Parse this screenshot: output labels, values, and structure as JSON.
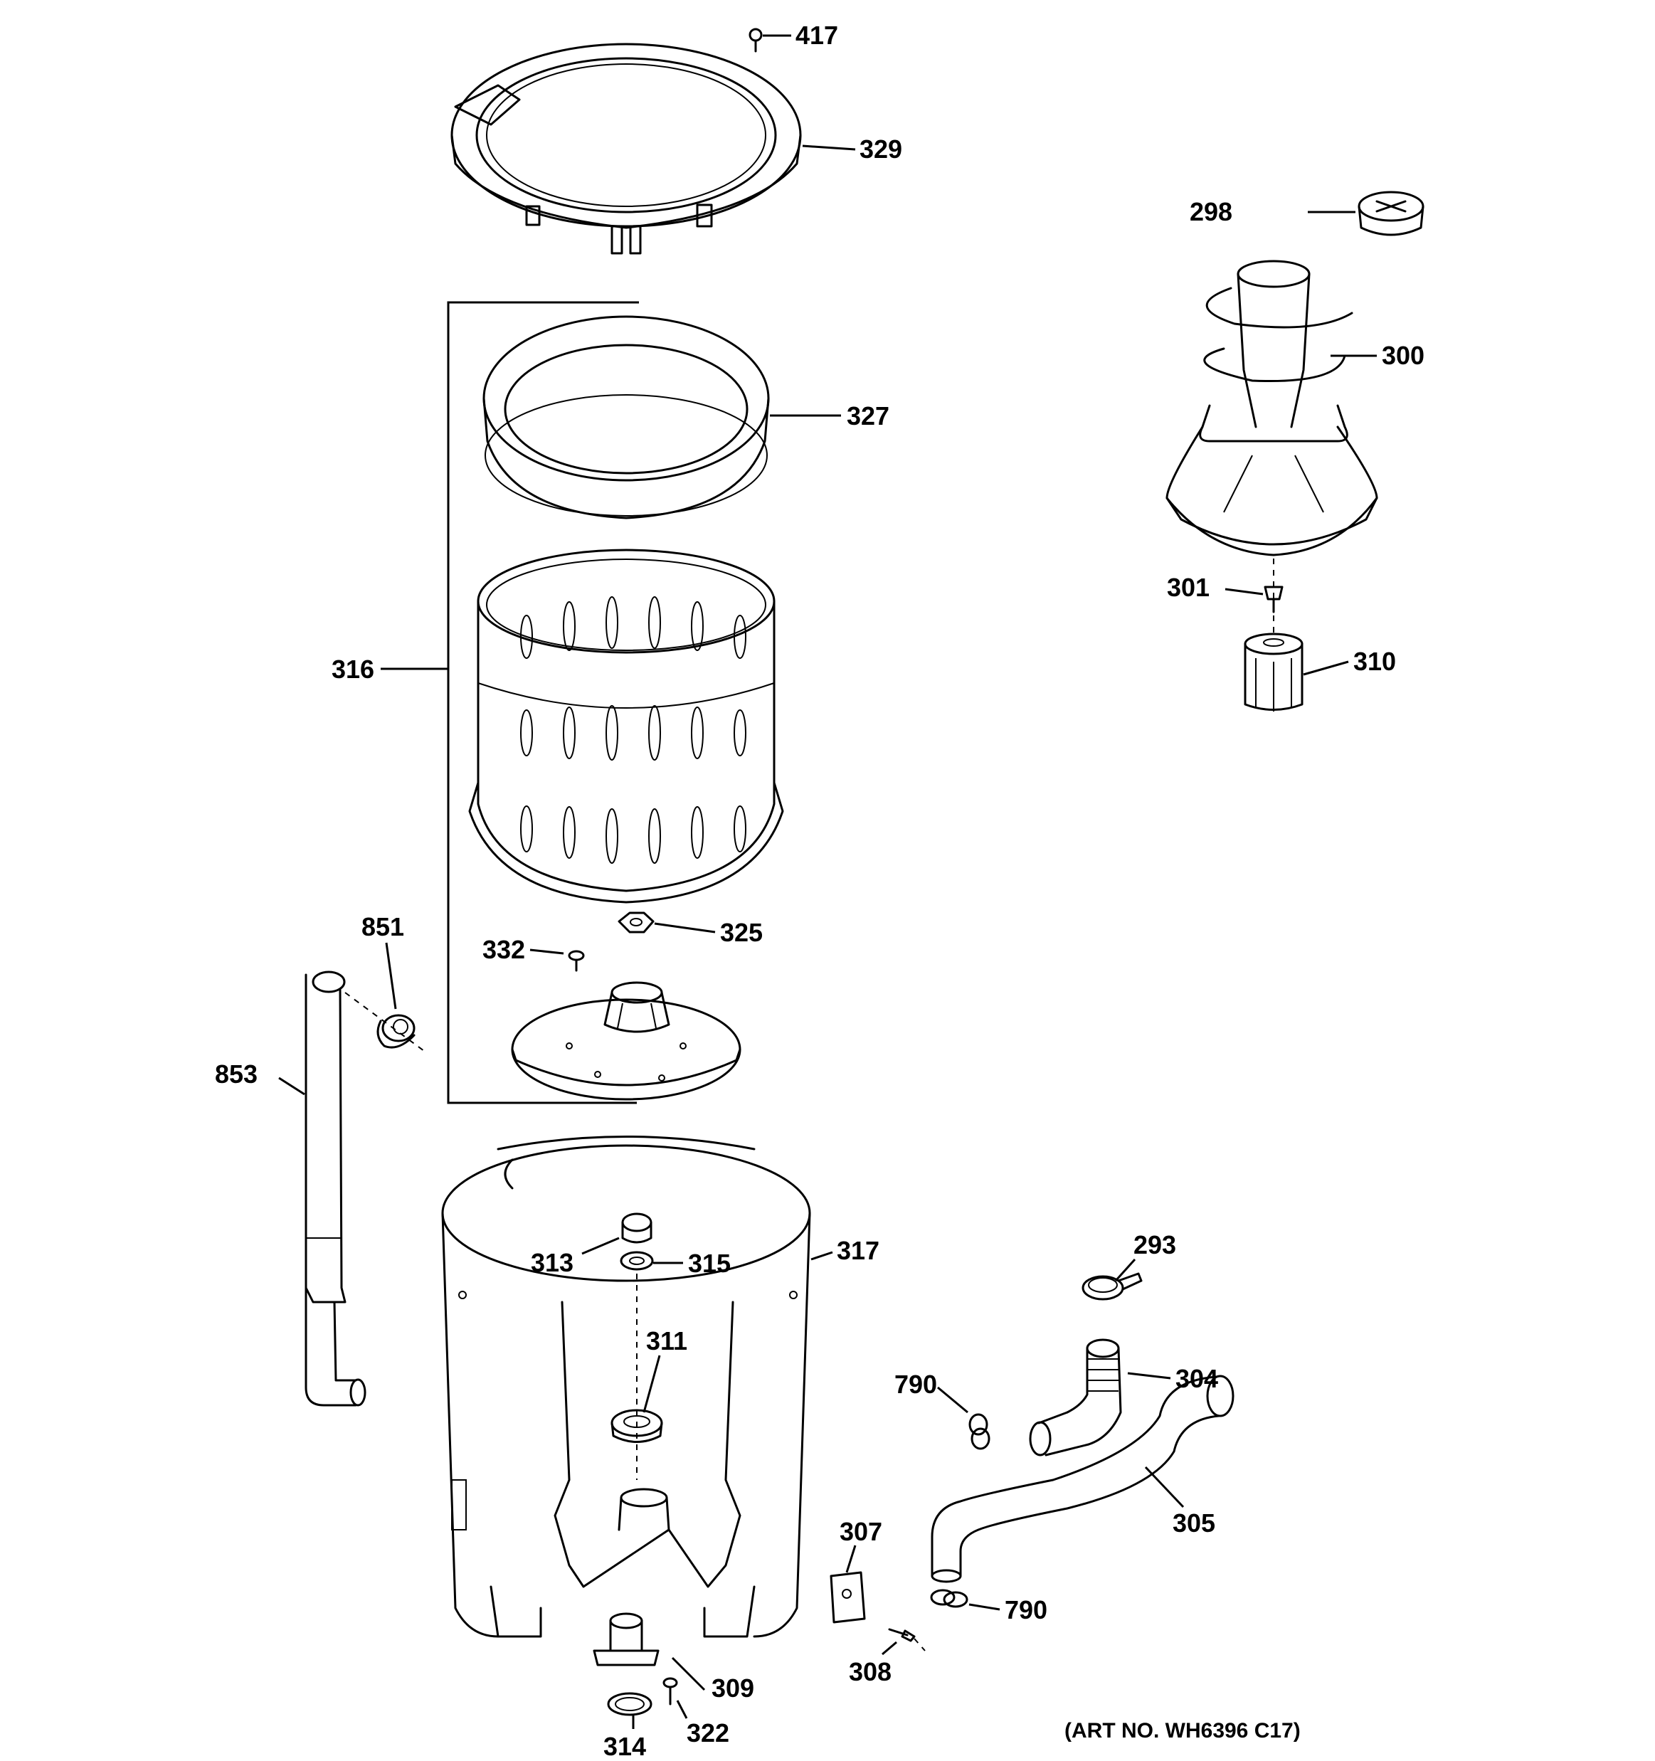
{
  "diagram": {
    "art_number": "(ART NO. WH6396 C17)",
    "callouts": [
      {
        "id": "417",
        "text": "417"
      },
      {
        "id": "329",
        "text": "329"
      },
      {
        "id": "298",
        "text": "298"
      },
      {
        "id": "300",
        "text": "300"
      },
      {
        "id": "327",
        "text": "327"
      },
      {
        "id": "316",
        "text": "316"
      },
      {
        "id": "301",
        "text": "301"
      },
      {
        "id": "310",
        "text": "310"
      },
      {
        "id": "851",
        "text": "851"
      },
      {
        "id": "332",
        "text": "332"
      },
      {
        "id": "325",
        "text": "325"
      },
      {
        "id": "853",
        "text": "853"
      },
      {
        "id": "313",
        "text": "313"
      },
      {
        "id": "315",
        "text": "315"
      },
      {
        "id": "317",
        "text": "317"
      },
      {
        "id": "293",
        "text": "293"
      },
      {
        "id": "311",
        "text": "311"
      },
      {
        "id": "790a",
        "text": "790"
      },
      {
        "id": "304",
        "text": "304"
      },
      {
        "id": "307",
        "text": "307"
      },
      {
        "id": "305",
        "text": "305"
      },
      {
        "id": "790b",
        "text": "790"
      },
      {
        "id": "308",
        "text": "308"
      },
      {
        "id": "309",
        "text": "309"
      },
      {
        "id": "314",
        "text": "314"
      },
      {
        "id": "322",
        "text": "322"
      }
    ]
  }
}
